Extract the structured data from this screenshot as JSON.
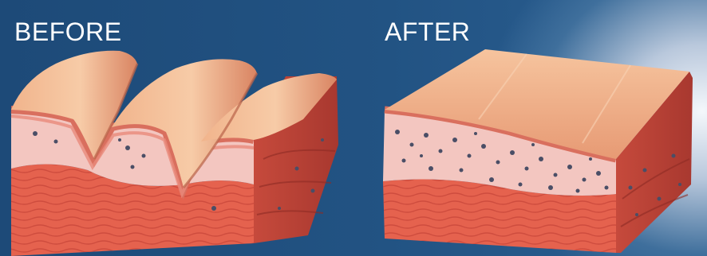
{
  "labels": {
    "before": "BEFORE",
    "after": "AFTER"
  },
  "colors": {
    "background": "#1f4a77",
    "skin_surface": "#efb28c",
    "dermis": "#f3c6c0",
    "muscle": "#e5624e",
    "text": "#ffffff"
  },
  "icons": [
    "skin-cross-section-wrinkled",
    "skin-cross-section-smooth",
    "collagen-particle"
  ]
}
